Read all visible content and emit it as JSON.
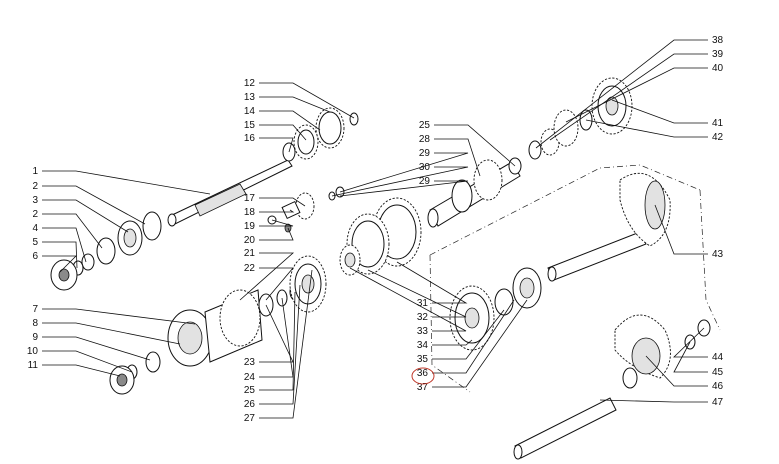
{
  "diagram": {
    "highlighted_part": "36",
    "callouts_left": [
      "1",
      "2",
      "3",
      "2",
      "4",
      "5",
      "6",
      "7",
      "8",
      "9",
      "10",
      "11"
    ],
    "callouts_top_left": [
      "12",
      "13",
      "14",
      "15",
      "16"
    ],
    "callouts_mid_left": [
      "17",
      "18",
      "19",
      "20",
      "21",
      "22"
    ],
    "callouts_bottom_mid": [
      "23",
      "24",
      "25",
      "26",
      "27"
    ],
    "callouts_mid": [
      "25",
      "28",
      "29",
      "30",
      "29"
    ],
    "callouts_center": [
      "31",
      "32",
      "33",
      "34",
      "35",
      "36",
      "37"
    ],
    "callouts_right": [
      "38",
      "39",
      "40",
      "41",
      "42",
      "43",
      "44",
      "45",
      "46",
      "47"
    ]
  }
}
